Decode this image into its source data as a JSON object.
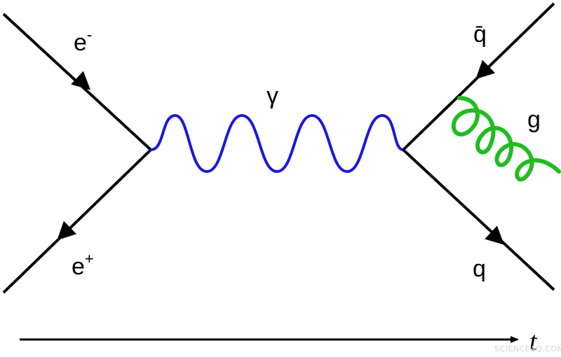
{
  "diagram": {
    "particles": {
      "electron": {
        "symbol": "e",
        "charge": "-"
      },
      "positron": {
        "symbol": "e",
        "charge": "+"
      },
      "photon": {
        "symbol": "γ"
      },
      "antiquark": {
        "symbol": "q̄"
      },
      "quark": {
        "symbol": "q"
      },
      "gluon": {
        "symbol": "g"
      }
    },
    "time_axis_label": "t",
    "watermark": "SCIENCEAQ.COM",
    "colors": {
      "fermion_line": "#000000",
      "photon": "#1a1ad6",
      "gluon": "#22bb22",
      "background": "#ffffff"
    }
  }
}
